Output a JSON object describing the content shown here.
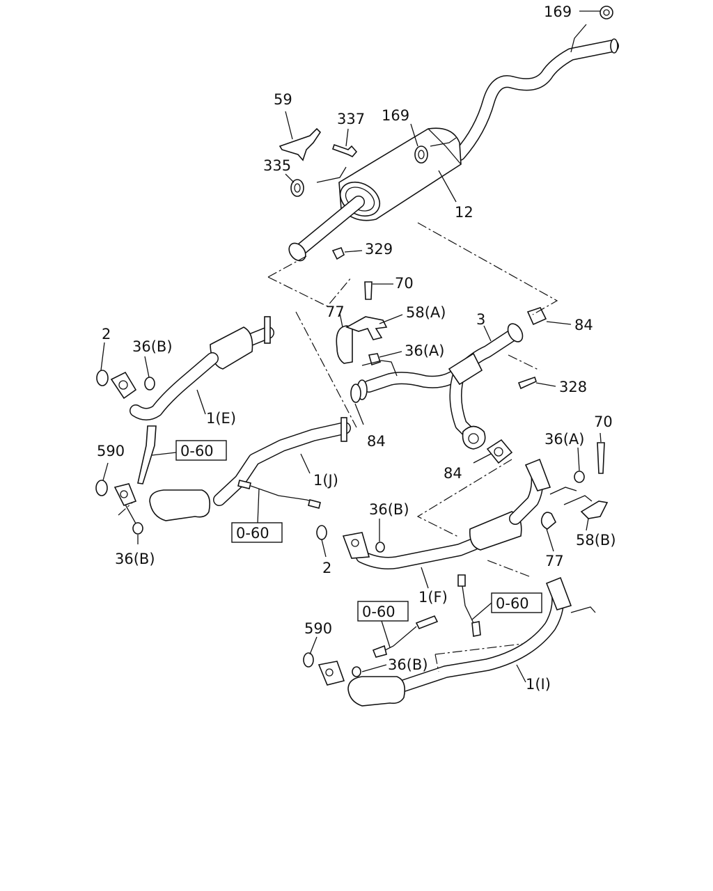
{
  "diagram": {
    "callouts": {
      "c169_top": "169",
      "c59": "59",
      "c337": "337",
      "c169_mid": "169",
      "c335": "335",
      "c12": "12",
      "c329": "329",
      "c70_top": "70",
      "c77_top": "77",
      "c58a": "58(A)",
      "c3": "3",
      "c84_right": "84",
      "c2_left": "2",
      "c36b_left": "36(B)",
      "c36a_mid": "36(A)",
      "c328": "328",
      "c1e": "1(E)",
      "c84_mid": "84",
      "c70_right": "70",
      "c590_left": "590",
      "c060_a": "0-60",
      "c36a_right": "36(A)",
      "c1j": "1(J)",
      "c84_low": "84",
      "c36b_mid": "36(B)",
      "c58b": "58(B)",
      "c060_b": "0-60",
      "c36b_lowleft": "36(B)",
      "c2_mid": "2",
      "c77_right": "77",
      "c1f": "1(F)",
      "c060_c": "0-60",
      "c060_d": "0-60",
      "c590_low": "590",
      "c36b_low": "36(B)",
      "c1i": "1(I)"
    }
  }
}
